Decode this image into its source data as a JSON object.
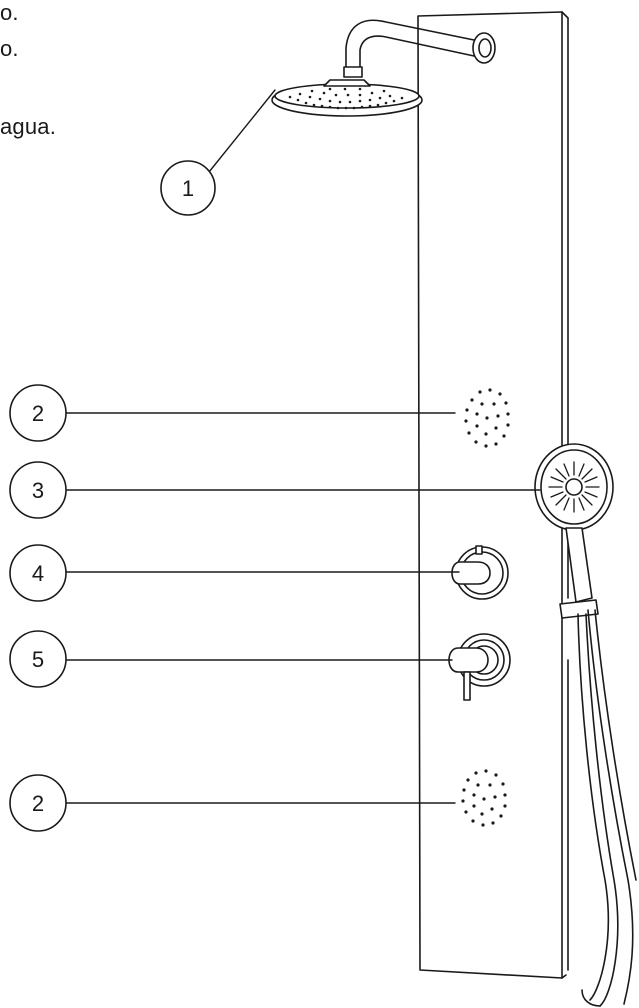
{
  "text_fragments": [
    "o.",
    "o.",
    "agua."
  ],
  "callouts": [
    {
      "id": "c1",
      "number": "1",
      "points_to": "rain-shower-head"
    },
    {
      "id": "c2a",
      "number": "2",
      "points_to": "body-jet-upper"
    },
    {
      "id": "c3",
      "number": "3",
      "points_to": "hand-shower"
    },
    {
      "id": "c4",
      "number": "4",
      "points_to": "thermostatic-knob"
    },
    {
      "id": "c5",
      "number": "5",
      "points_to": "diverter-handle"
    },
    {
      "id": "c2b",
      "number": "2",
      "points_to": "body-jet-lower"
    }
  ],
  "colors": {
    "line": "#1a1a1a",
    "background": "#ffffff"
  }
}
